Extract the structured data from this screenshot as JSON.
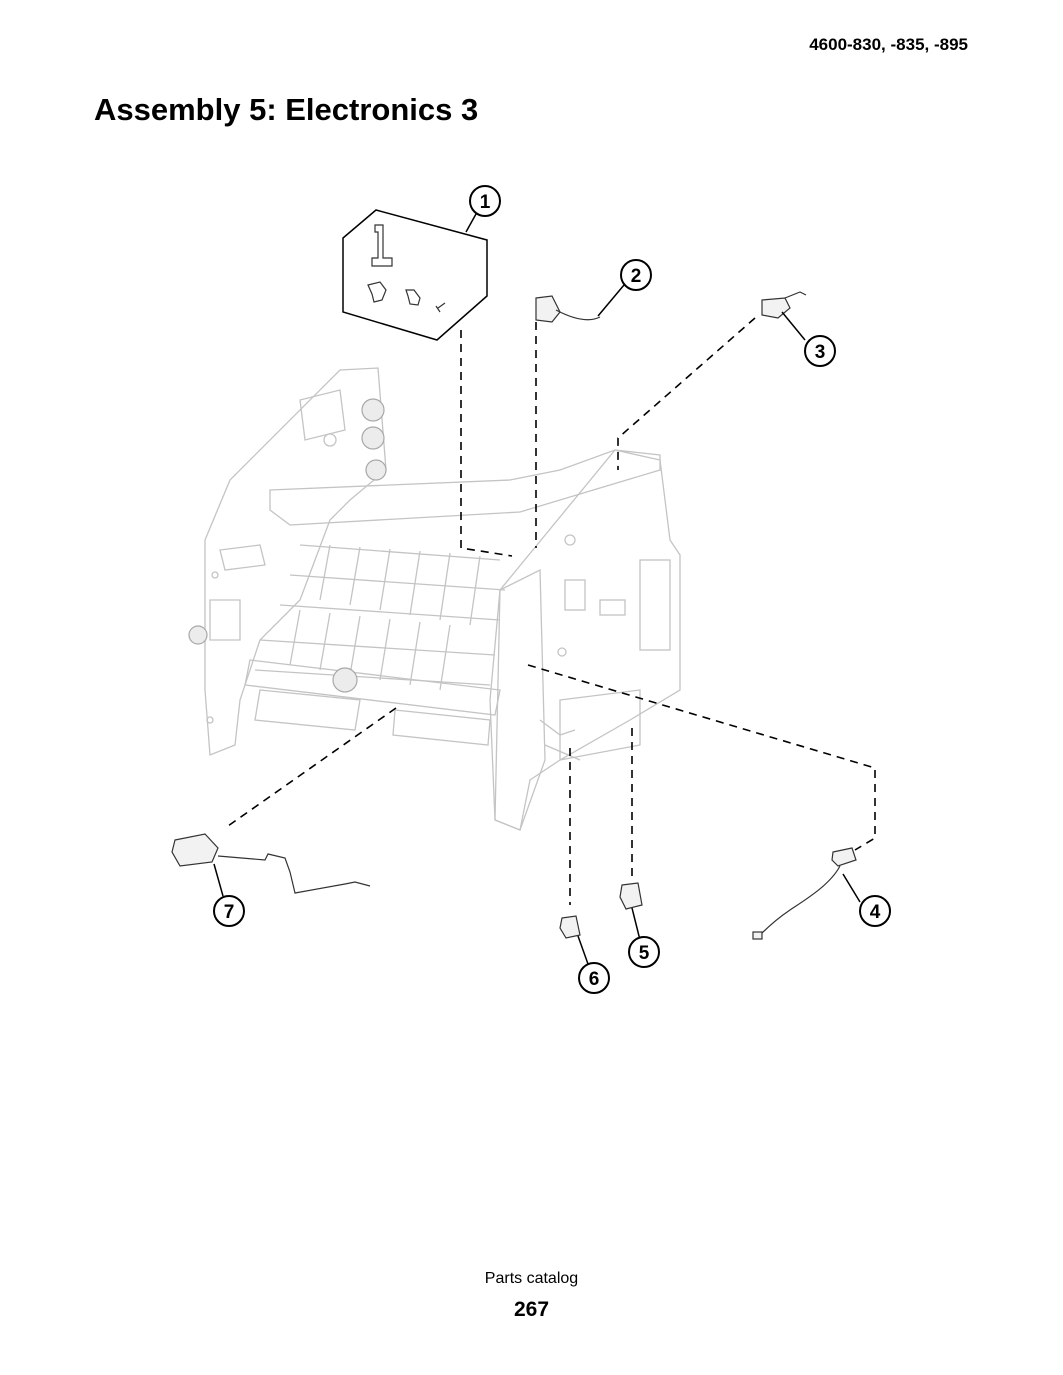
{
  "header": {
    "model_numbers": "4600-830, -835, -895",
    "title": "Assembly 5: Electronics 3"
  },
  "callouts": [
    "1",
    "2",
    "3",
    "4",
    "5",
    "6",
    "7"
  ],
  "footer": {
    "label": "Parts catalog",
    "page_number": "267"
  }
}
